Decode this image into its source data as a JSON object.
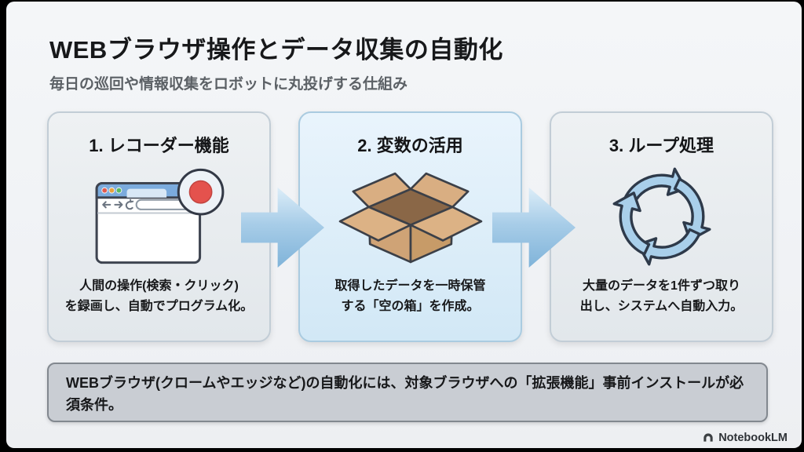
{
  "slide": {
    "title": "WEBブラウザ操作とデータ収集の自動化",
    "subtitle": "毎日の巡回や情報収集をロボットに丸投げする仕組み",
    "cards": [
      {
        "heading": "1. レコーダー機能",
        "icon": "browser-recorder-icon",
        "body": "人間の操作(検索・クリック)\nを録画し、自動でプログラム化。"
      },
      {
        "heading": "2. 変数の活用",
        "icon": "open-box-icon",
        "body": "取得したデータを一時保管\nする「空の箱」を作成。"
      },
      {
        "heading": "3. ループ処理",
        "icon": "loop-arrows-icon",
        "body": "大量のデータを1件ずつ取り\n出し、システムへ自動入力。"
      }
    ],
    "note": "WEBブラウザ(クロームやエッジなど)の自動化には、対象ブラウザへの「拡張機能」事前インストールが必須条件。",
    "footer": {
      "brand": "NotebookLM"
    },
    "colors": {
      "slide_bg": "#f1f3f6",
      "card_gray_bg": "#e6eaee",
      "card_blue_bg": "#d9ecf8",
      "arrow_blue": "#7fb3d9",
      "note_bg": "#c9cdd3",
      "note_border": "#82888f",
      "record_red": "#e4524d",
      "box_tan": "#cfa376",
      "loop_blue": "#a9cfea",
      "title_color": "#17181a",
      "subtitle_color": "#5c6166"
    }
  }
}
